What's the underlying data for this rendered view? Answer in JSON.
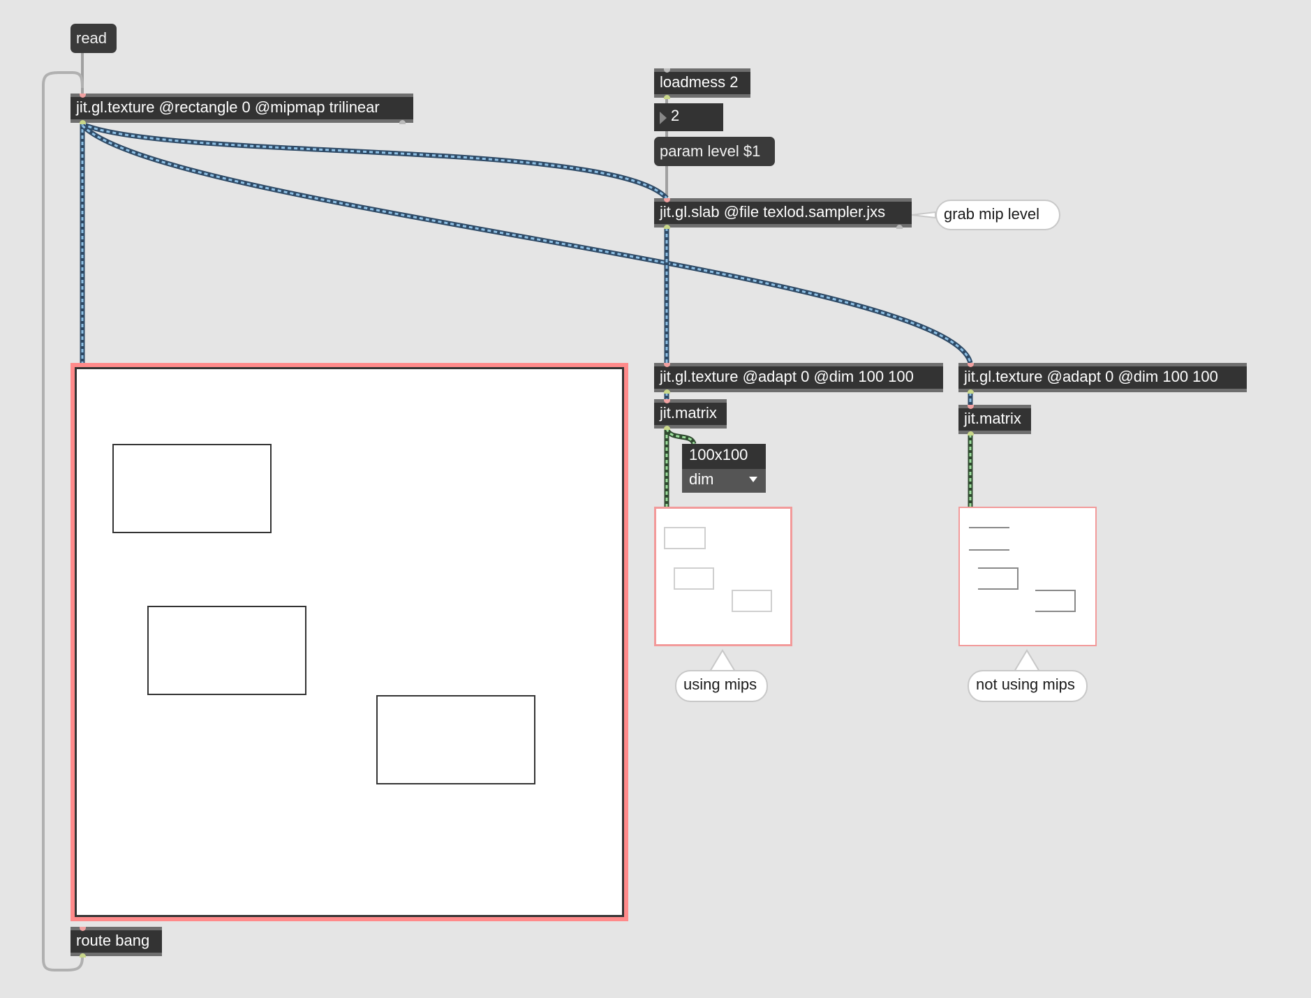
{
  "patcher": {
    "objects": {
      "read_msg": "read",
      "texture_main": "jit.gl.texture @rectangle 0 @mipmap trilinear",
      "loadmess": "loadmess 2",
      "number_value": "2",
      "param_msg": "param level $1",
      "slab": "jit.gl.slab @file texlod.sampler.jxs",
      "texture_mips": "jit.gl.texture @adapt 0 @dim 100 100",
      "texture_nomips": "jit.gl.texture @adapt 0 @dim 100 100",
      "matrix_mips": "jit.matrix",
      "matrix_nomips": "jit.matrix",
      "route_bang": "route bang"
    },
    "dim_menu": {
      "value": "100x100",
      "label": "dim"
    },
    "comments": {
      "grab_mip": "grab mip level",
      "using_mips": "using mips",
      "not_using_mips": "not using mips"
    }
  },
  "colors": {
    "background": "#e5e5e5",
    "object_fill": "#333333",
    "texture_cord": "#7fb2d9",
    "matrix_cord": "#8ed88e",
    "control_cord": "#9a9a9a",
    "pwindow_border": "#ff8a8a"
  }
}
